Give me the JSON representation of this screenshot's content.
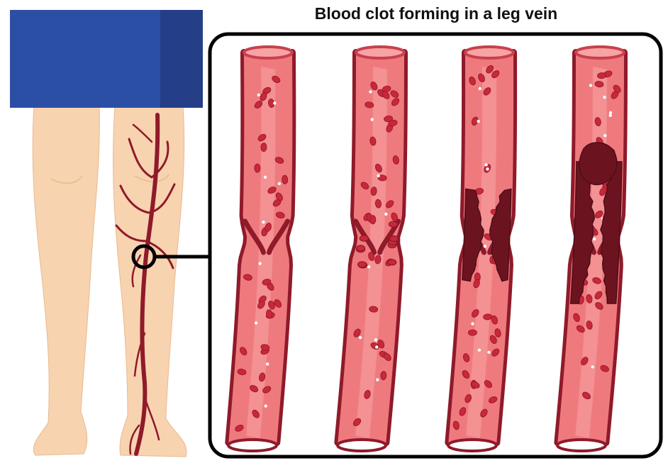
{
  "title": "Blood clot forming in a leg vein",
  "colors": {
    "skirt": "#2c4fa6",
    "skirt_shade": "#243f88",
    "skin": "#f8d3b0",
    "skin_shade": "#e9b88f",
    "vein_wall": "#8f1a2a",
    "vein_wall_light": "#c9404e",
    "blood_plasma": "#ef7a7e",
    "blood_plasma_light": "#f6a4a4",
    "red_cell": "#c8283b",
    "white_cell": "#ffffff",
    "clot": "#6b1420",
    "frame": "#000000"
  },
  "panels": [
    {
      "stage": 1,
      "clot_level": 0
    },
    {
      "stage": 2,
      "clot_level": 0.2
    },
    {
      "stage": 3,
      "clot_level": 0.65
    },
    {
      "stage": 4,
      "clot_level": 1.0
    }
  ]
}
